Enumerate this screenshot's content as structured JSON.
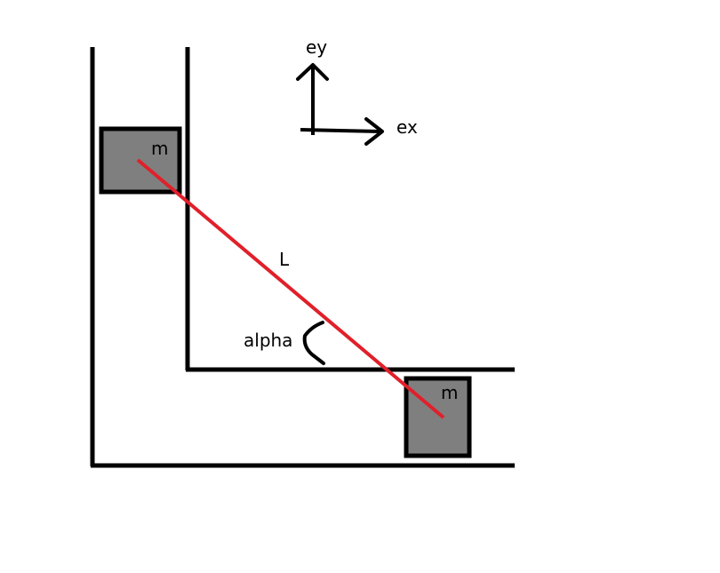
{
  "diagram": {
    "labels": {
      "mass_top": "m",
      "mass_bottom": "m",
      "rod_length": "L",
      "angle": "alpha",
      "axis_x": "ex",
      "axis_y": "ey"
    },
    "colors": {
      "background": "#ffffff",
      "walls": "#000000",
      "block_fill": "#7f7f7f",
      "rod": "#e0202a"
    }
  }
}
